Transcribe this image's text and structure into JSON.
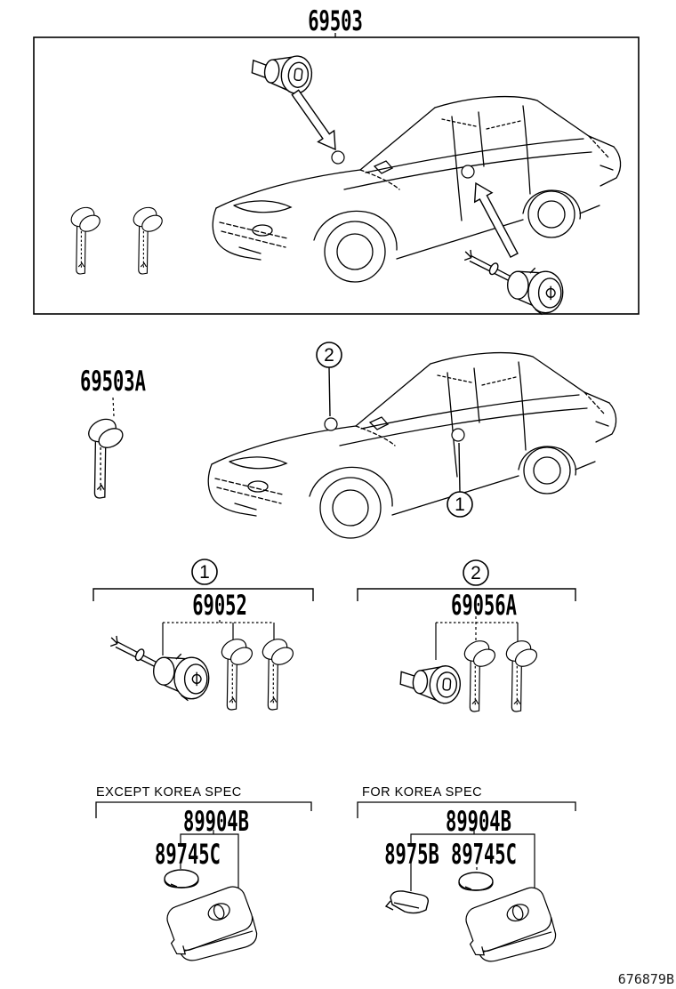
{
  "doc_code": "676879B",
  "colors": {
    "line": "#000000",
    "background": "#ffffff"
  },
  "overview": {
    "part_number": "69503"
  },
  "key_blank": {
    "part_number": "69503A"
  },
  "locations": {
    "door_callout": "1",
    "ignition_callout": "2"
  },
  "groups": [
    {
      "callout": "1",
      "part_number": "69052"
    },
    {
      "callout": "2",
      "part_number": "69056A"
    }
  ],
  "transmitters": [
    {
      "heading": "EXCEPT KOREA SPEC",
      "assembly_part_number": "89904B",
      "battery_part_number": "89745C"
    },
    {
      "heading": "FOR KOREA SPEC",
      "assembly_part_number": "89904B",
      "cover_part_number": "8975B",
      "battery_part_number": "89745C"
    }
  ]
}
